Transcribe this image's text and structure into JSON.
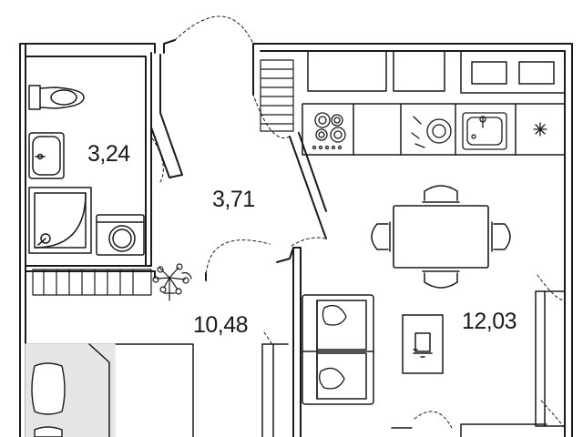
{
  "rooms": {
    "bathroom": {
      "area": "3,24"
    },
    "hallway": {
      "area": "3,71"
    },
    "bedroom": {
      "area": "10,48"
    },
    "kitchen_living": {
      "area": "12,03"
    }
  },
  "icons": [
    "toilet-icon",
    "sink-icon",
    "shower-icon",
    "washing-machine-icon",
    "stove-icon",
    "cooktop-icon",
    "kitchen-sink-icon",
    "fridge-icon",
    "dining-table-icon",
    "chair-icon",
    "sofa-icon",
    "cushion-icon",
    "bed-icon",
    "pillow-icon",
    "tv-icon",
    "radiator-icon",
    "plant-icon",
    "wardrobe-icon"
  ],
  "colors": {
    "wall": "#1a1a1a",
    "furniture_fill": "#e6e6e6",
    "background": "#ffffff"
  }
}
